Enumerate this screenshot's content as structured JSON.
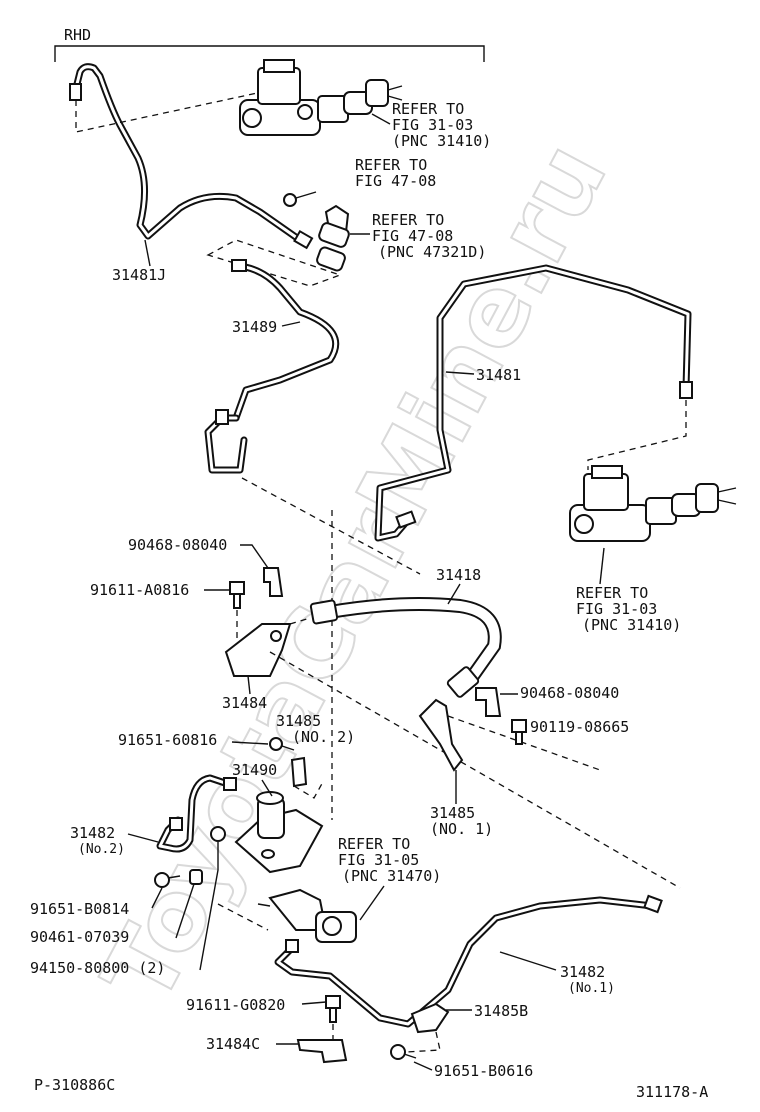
{
  "diagram": {
    "header": "RHD",
    "watermark": "ToyotaCarMine.ru",
    "footer_left": "P-310886C",
    "footer_right": "311178-A",
    "refs": {
      "r1": [
        "REFER TO",
        "FIG 31-03",
        "(PNC 31410)"
      ],
      "r2": [
        "REFER TO",
        "FIG 47-08"
      ],
      "r3": [
        "REFER TO",
        "FIG 47-08",
        "(PNC 47321D)"
      ],
      "r4": [
        "REFER TO",
        "FIG 31-03",
        "(PNC 31410)"
      ],
      "r5": [
        "REFER TO",
        "FIG 31-05",
        "(PNC 31470)"
      ]
    },
    "parts": {
      "p31481J": "31481J",
      "p31489": "31489",
      "p31481": "31481",
      "p90468a": "90468-08040",
      "p91611a": "91611-A0816",
      "p31418": "31418",
      "p31484": "31484",
      "p90468b": "90468-08040",
      "p31485_2": "31485",
      "p31485_2sub": "(NO. 2)",
      "p90119": "90119-08665",
      "p91651a": "91651-60816",
      "p31490": "31490",
      "p31485_1": "31485",
      "p31485_1sub": "(NO. 1)",
      "p31482_2": "31482",
      "p31482_2sub": "(No.2)",
      "p91651b": "91651-B0814",
      "p90461": "90461-07039",
      "p94150": "94150-80800 (2)",
      "p31482_1": "31482",
      "p31482_1sub": "(No.1)",
      "p91611g": "91611-G0820",
      "p31485b": "31485B",
      "p31484c": "31484C",
      "p91651c": "91651-B0616"
    }
  }
}
